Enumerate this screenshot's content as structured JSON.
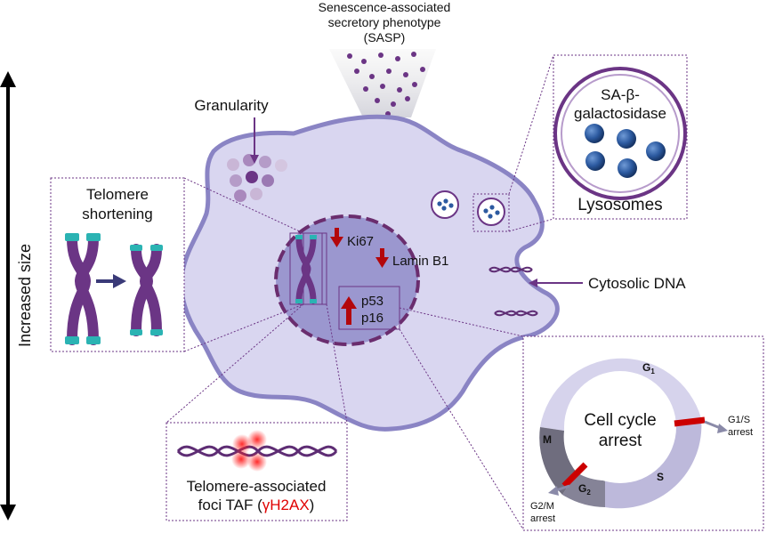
{
  "labels": {
    "sasp_line1": "Senescence-associated",
    "sasp_line2": "secretory phenotype",
    "sasp_line3": "(SASP)",
    "granularity": "Granularity",
    "sa_beta_line1": "SA-β-",
    "sa_beta_line2": "galactosidase",
    "lysosomes": "Lysosomes",
    "telomere_line1": "Telomere",
    "telomere_line2": "shortening",
    "ki67": "Ki67",
    "lamin_b1": "Lamin B1",
    "p53": "p53",
    "p16": "p16",
    "cytosolic_dna": "Cytosolic DNA",
    "increased_size": "Increased size",
    "taf_line1": "Telomere-associated",
    "taf_line2_prefix": "foci TAF (",
    "taf_line2_marker": "γH2AX",
    "taf_line2_suffix": ")",
    "cell_cycle_line1": "Cell cycle",
    "cell_cycle_line2": "arrest",
    "g1": "G",
    "g1_sub": "1",
    "s": "S",
    "g2": "G",
    "g2_sub": "2",
    "m": "M",
    "g1s_line1": "G1/S",
    "g1s_line2": "arrest",
    "g2m_line1": "G2/M",
    "g2m_line2": "arrest"
  },
  "colors": {
    "cell_fill": "#d9d6f0",
    "cell_stroke": "#8a84c4",
    "nucleus_fill": "#9b97cf",
    "nucleus_stroke": "#6a2d6e",
    "chromosome": "#6b3585",
    "telomere_cap": "#2bb3b3",
    "arrow_red": "#b3070b",
    "dna_purple": "#5e2d74",
    "lysosome_dot": "#2c5aa0",
    "marker_red": "#e00000"
  }
}
